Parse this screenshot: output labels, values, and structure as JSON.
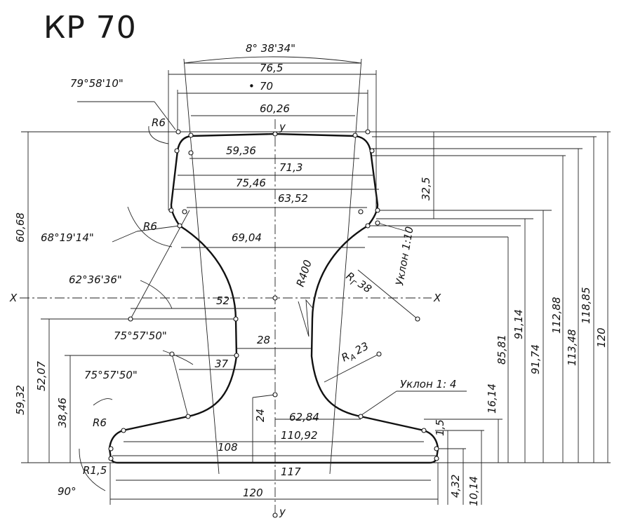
{
  "title": "КР 70",
  "axes": {
    "x_label": "X",
    "y_label": "y"
  },
  "radii": {
    "r6": "R6",
    "r400": "R400",
    "rg38": "R",
    "rg38_sub": "Г",
    "rg38_val": "38",
    "ra23": "R",
    "ra23_sub": "A",
    "ra23_val": "23",
    "r15": "R1,5"
  },
  "slopes": {
    "slope_10": "Уклон 1:10",
    "slope_4": "Уклон 1: 4"
  },
  "angles": {
    "a_head_top": "8° 38'34\"",
    "a_79": "79°58'10\"",
    "a_68": "68°19'14\"",
    "a_62": "62°36'36\"",
    "a_75_upper": "75°57'50\"",
    "a_75_lower": "75°57'50\"",
    "a_90": "90°"
  },
  "dims": {
    "d76_5": "76,5",
    "d70": "70",
    "d60_26": "60,26",
    "d59_36": "59,36",
    "d71_3": "71,3",
    "d75_46": "75,46",
    "d63_52": "63,52",
    "d69_04": "69,04",
    "d52": "52",
    "d28": "28",
    "d37": "37",
    "d24": "24",
    "d62_84": "62,84",
    "d110_92": "110,92",
    "d108": "108",
    "d117": "117",
    "d120_bottom": "120",
    "d32_5": "32,5",
    "d60_68": "60,68",
    "d59_32": "59,32",
    "d52_07": "52,07",
    "d38_46": "38,46",
    "d85_81": "85,81",
    "d91_14": "91,14",
    "d91_74": "91,74",
    "d112_88": "112,88",
    "d113_48": "113,48",
    "d118_85": "118,85",
    "d120_right": "120",
    "d16_14": "16,14",
    "d1_5": "1,5",
    "d4_32": "4,32",
    "d10_14": "10,14"
  }
}
